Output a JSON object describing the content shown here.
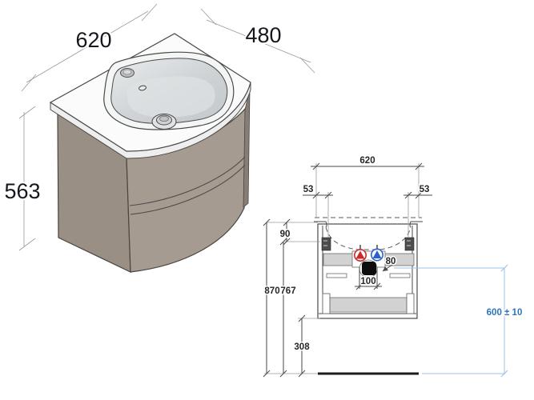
{
  "iso_view": {
    "width_label": "620",
    "depth_label": "480",
    "height_label": "563"
  },
  "front_view": {
    "width_label": "620",
    "left_offset_label": "53",
    "right_offset_label": "53",
    "top_to_bracket_label": "90",
    "outlet_offset_label": "80",
    "drain_width_label": "100",
    "total_height_label": "870",
    "bracket_height_label": "767",
    "floor_clearance_label": "308",
    "outlet_height_label": "600 ± 10"
  },
  "colors": {
    "cabinet_body": "#a69b91",
    "cabinet_side": "#9a8f85",
    "cabinet_dark_edge": "#877d74",
    "counter_white": "#fbfbfb",
    "basin_gray": "#ced2d5",
    "outline": "#4a4a4a",
    "dim_text_dark": "#16161e",
    "hot_water_red": "#cc2a2a",
    "cold_water_blue": "#2a62c9",
    "blue_dim_line": "#9dc3e6",
    "blue_dim_text": "#2e74b5",
    "floor_black": "#1c1c1c"
  },
  "icons": {
    "hot_water": "hot-water-valve-icon",
    "cold_water": "cold-water-valve-icon",
    "drain": "drain-outlet-icon",
    "brackets": "wall-bracket-icon"
  }
}
